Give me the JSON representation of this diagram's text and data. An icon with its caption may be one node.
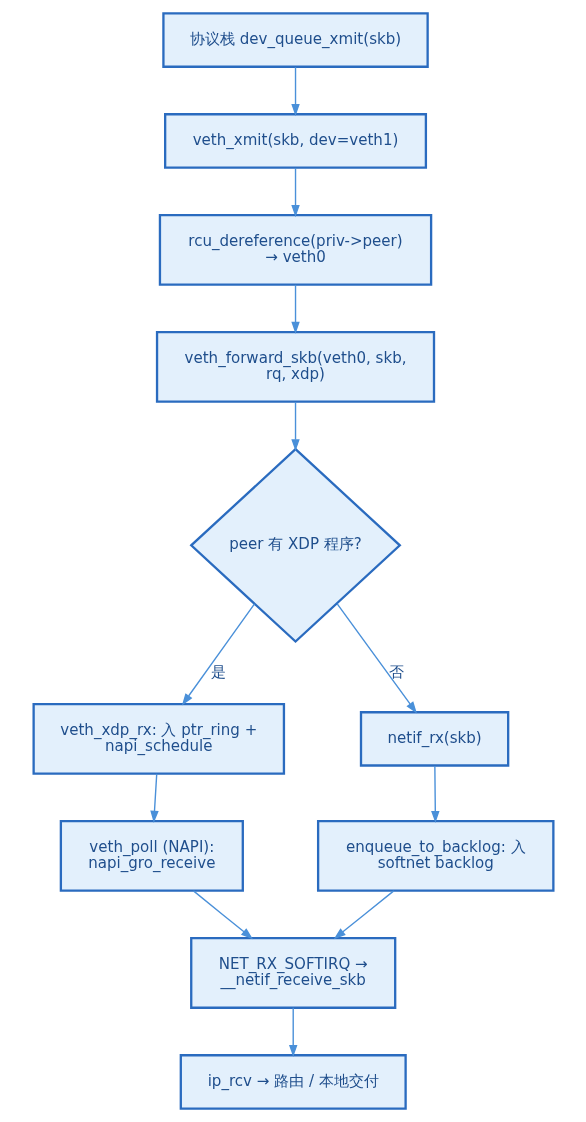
{
  "diagram": {
    "nodes": [
      {
        "text": [
          "协议栈 dev_queue_xmit(skb)"
        ]
      },
      {
        "text": [
          "veth_xmit(skb, dev=veth1)"
        ]
      },
      {
        "text": [
          "rcu_dereference(priv->peer) → veth0"
        ]
      },
      {
        "text": [
          "veth_forward_skb(veth0, skb, rq, xdp)"
        ]
      },
      {
        "text": [
          "peer 有 XDP 程序?"
        ]
      },
      {
        "text": [
          "veth_xdp_rx: 入 ptr_ring + napi_schedule"
        ]
      },
      {
        "text": [
          "netif_rx(skb)"
        ]
      },
      {
        "text": [
          "veth_poll (NAPI): napi_gro_receive"
        ]
      },
      {
        "text": [
          "enqueue_to_backlog: 入 softnet backlog"
        ]
      },
      {
        "text": [
          "NET_RX_SOFTIRQ → __netif_receive_skb"
        ]
      },
      {
        "text": [
          "ip_rcv → 路由 / 本地交付"
        ]
      }
    ],
    "edges": [
      {
        "from": 0,
        "to": 1,
        "arrow": "to"
      },
      {
        "from": 1,
        "to": 2,
        "arrow": "to"
      },
      {
        "from": 2,
        "to": 3,
        "arrow": "to"
      },
      {
        "from": 3,
        "to": 4,
        "arrow": "to"
      },
      {
        "from": 4,
        "to": 5,
        "arrow": "to",
        "label": "是"
      },
      {
        "from": 4,
        "to": 6,
        "arrow": "to",
        "label": "否"
      },
      {
        "from": 5,
        "to": 7,
        "arrow": "to"
      },
      {
        "from": 6,
        "to": 8,
        "arrow": "to"
      },
      {
        "from": 7,
        "to": 9,
        "arrow": "to"
      },
      {
        "from": 8,
        "to": 9,
        "arrow": "to"
      },
      {
        "from": 9,
        "to": 10,
        "arrow": "to"
      }
    ]
  }
}
